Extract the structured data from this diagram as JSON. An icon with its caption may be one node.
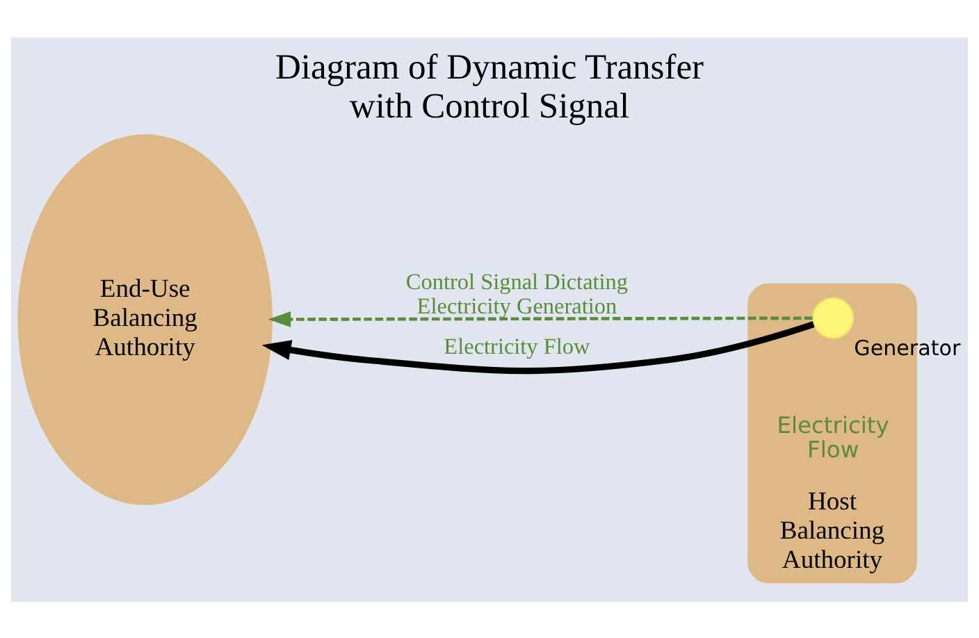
{
  "diagram": {
    "title": "Diagram of Dynamic Transfer with Control Signal",
    "nodes": [
      {
        "text": [
          "End-Use Balancing Authority"
        ]
      },
      {
        "text": [
          "Host Balancing Authority"
        ]
      },
      {
        "text": [],
        "shape": "circle",
        "in": 1,
        "beside": [
          "Generator"
        ]
      }
    ],
    "edges": [
      {
        "from": 2,
        "to": 0,
        "arrow": "to",
        "label": "Control Signal Dictating Electricity Generation",
        "style": "dashed",
        "color": "#5b8c3a"
      },
      {
        "from": 2,
        "to": 0,
        "arrow": "to",
        "label": "Electricity Flow",
        "style": "thick",
        "color": "#000000"
      }
    ],
    "labels": [
      "Electricity Flow"
    ]
  }
}
